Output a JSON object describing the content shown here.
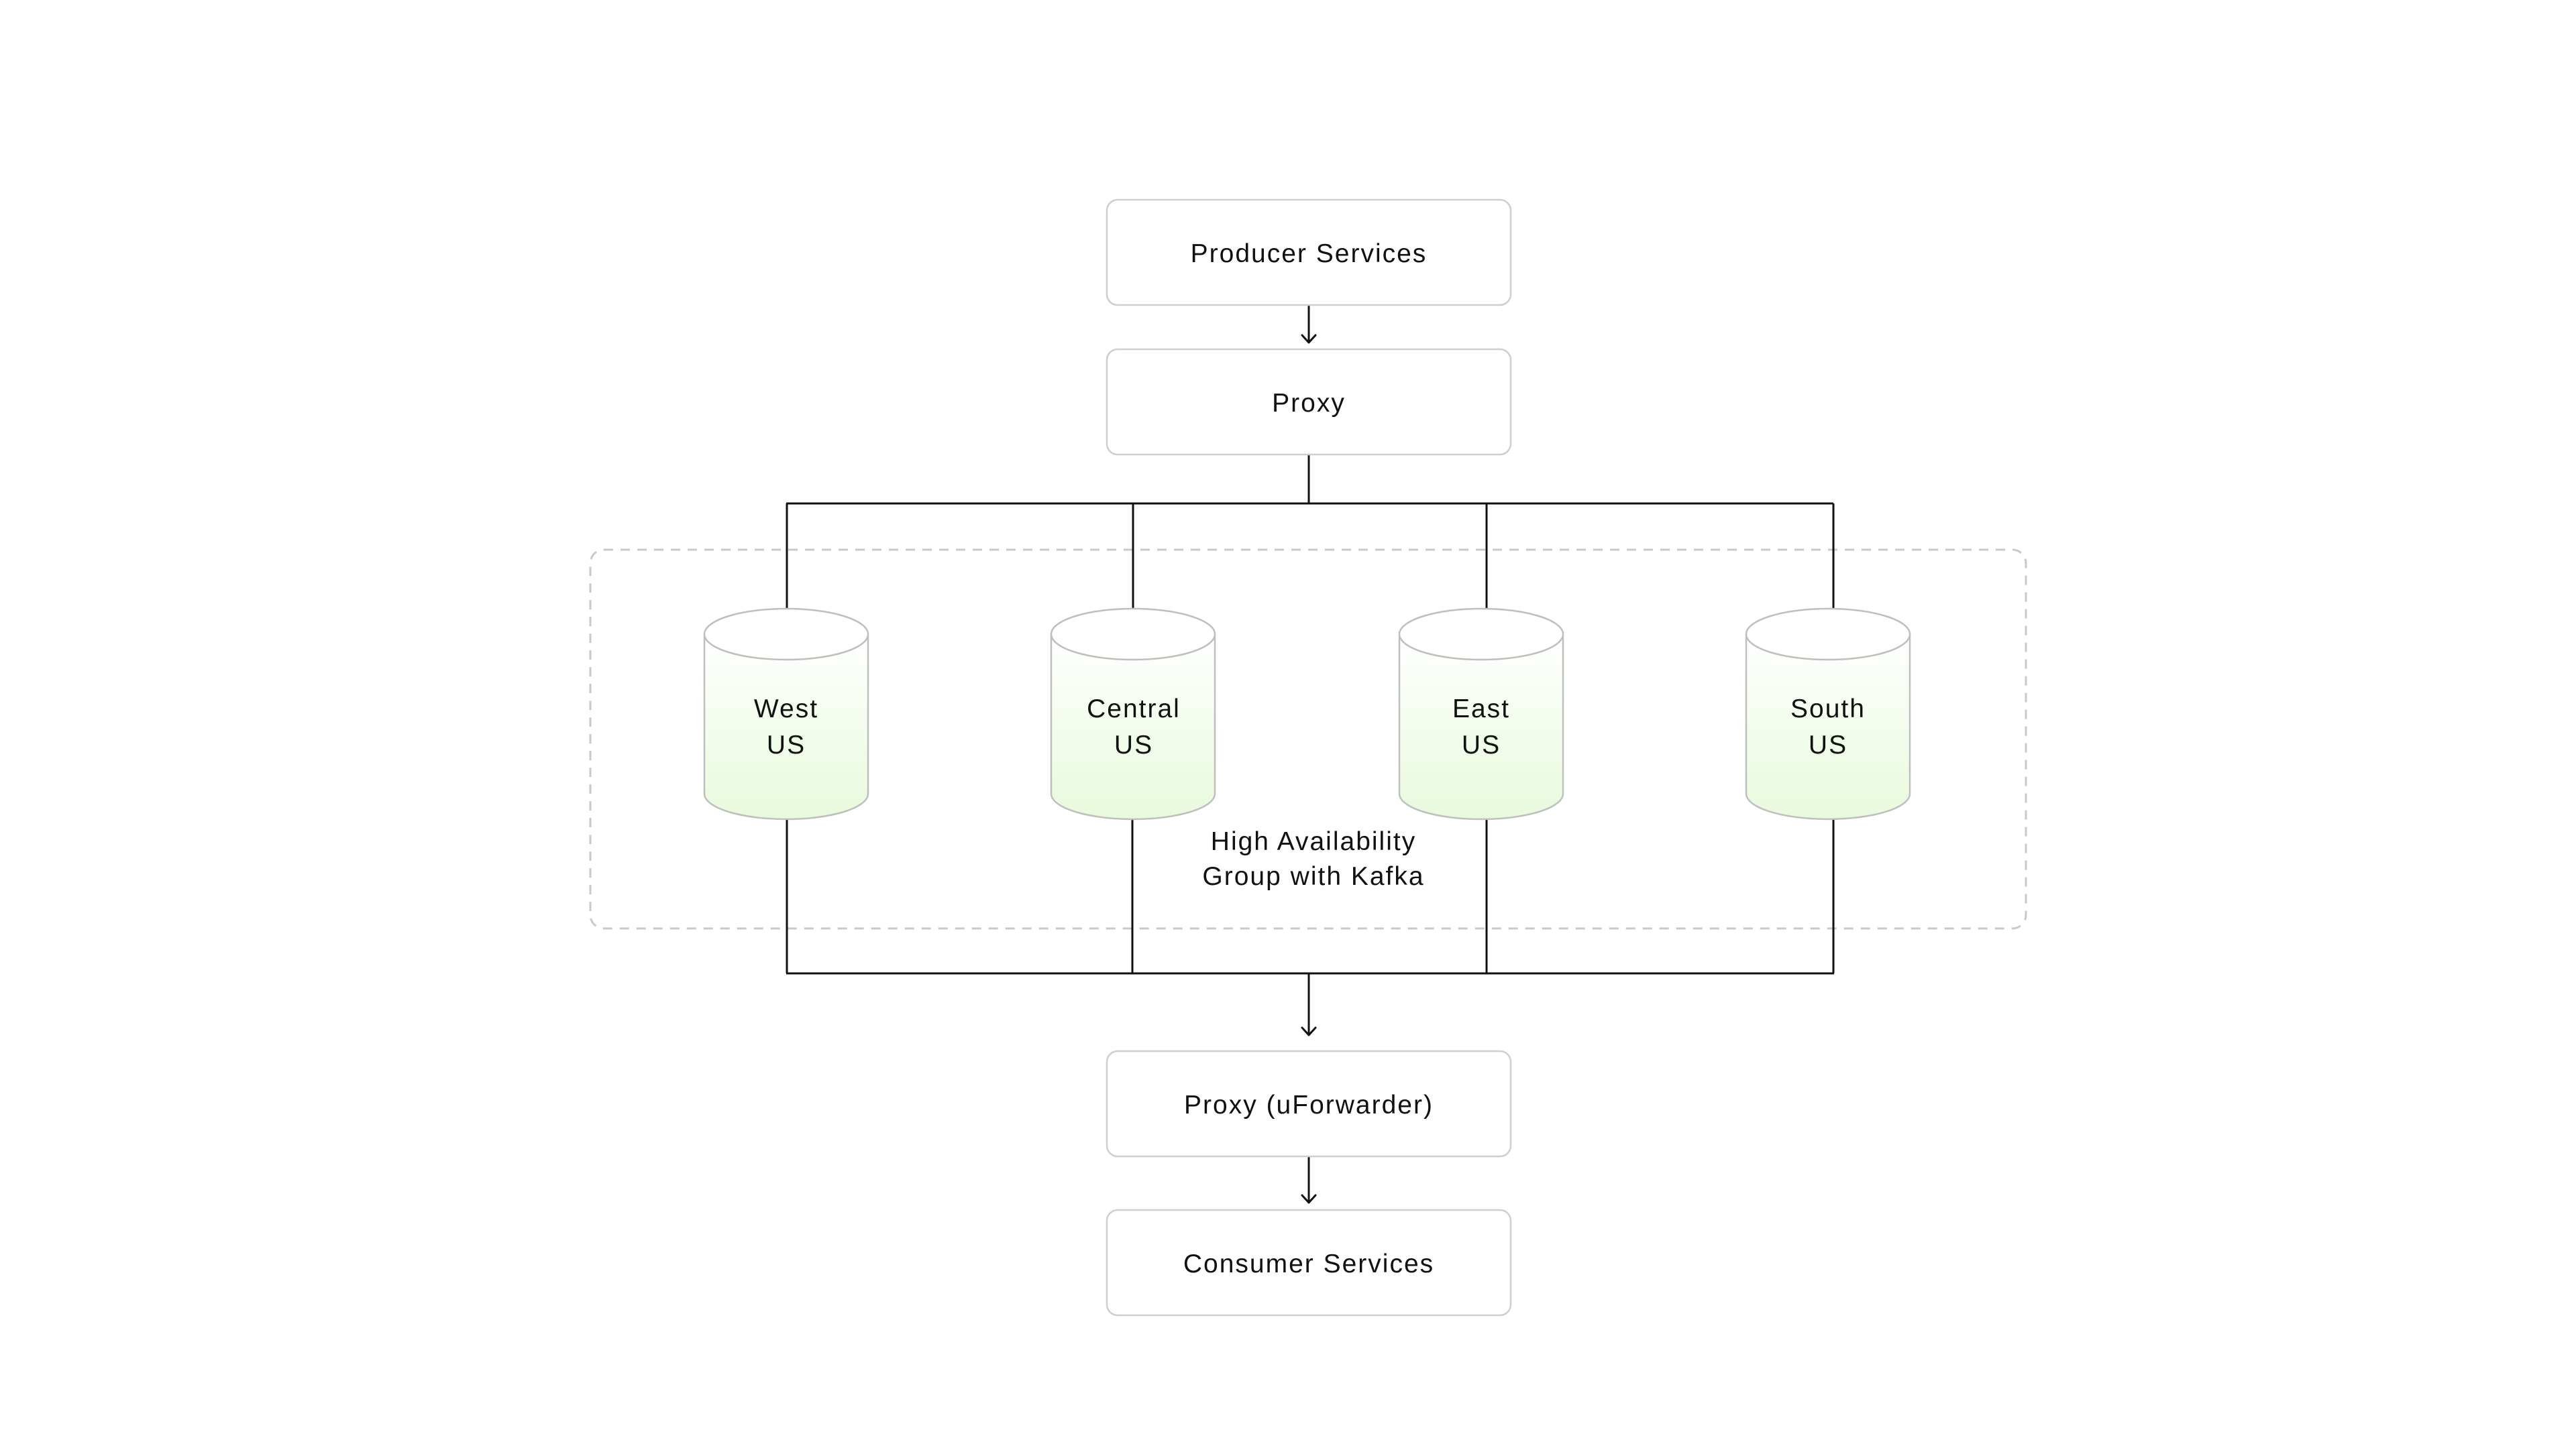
{
  "nodes": {
    "producer": "Producer Services",
    "proxy": "Proxy",
    "proxy_forwarder": "Proxy (uForwarder)",
    "consumer": "Consumer Services"
  },
  "regions": [
    {
      "line1": "West",
      "line2": "US"
    },
    {
      "line1": "Central",
      "line2": "US"
    },
    {
      "line1": "East",
      "line2": "US"
    },
    {
      "line1": "South",
      "line2": "US"
    }
  ],
  "group": {
    "line1": "High Availability",
    "line2": "Group with Kafka"
  },
  "colors": {
    "cylinder_fill_top": "#ffffff",
    "cylinder_fill_bottom": "#e8fadc",
    "node_border": "#cfcfcf",
    "connector": "#111111",
    "group_border": "#c9c9c9"
  }
}
